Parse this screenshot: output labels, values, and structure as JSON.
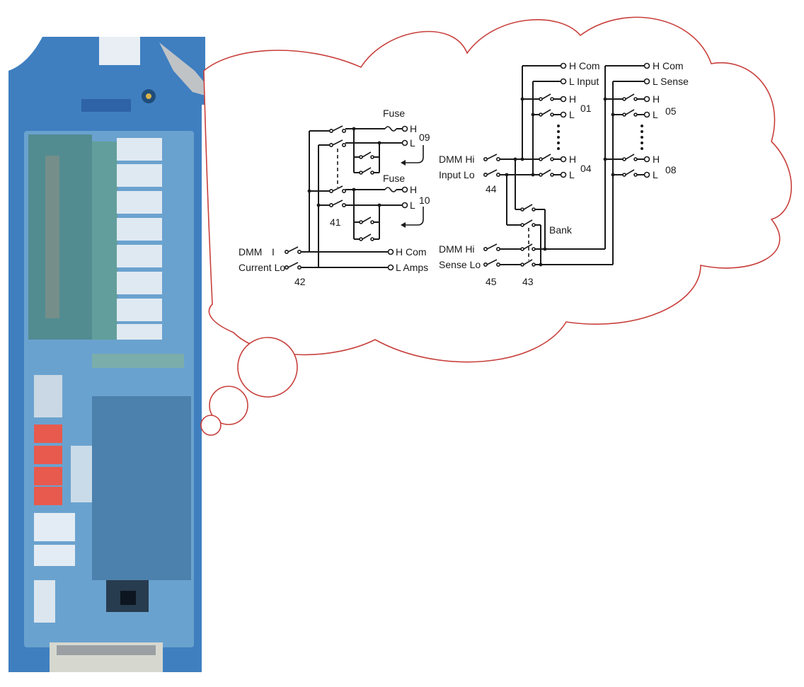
{
  "diagram": {
    "left": {
      "fuse_top": "Fuse",
      "fuse_bottom": "Fuse",
      "h": "H",
      "l": "L",
      "ch09": "09",
      "ch10": "10",
      "sw41": "41",
      "dmm": "DMM",
      "i": "I",
      "current_lo": "Current Lo",
      "h_com": "H Com",
      "l_amps": "L Amps",
      "sw42": "42"
    },
    "right": {
      "h_com_1": "H Com",
      "l_input": "L Input",
      "h": "H",
      "l": "L",
      "ch01": "01",
      "ch04": "04",
      "dmm_hi_1": "DMM Hi",
      "input_lo": "Input Lo",
      "sw44": "44",
      "bank": "Bank",
      "dmm_hi_2": "DMM Hi",
      "sense_lo": "Sense Lo",
      "sw45": "45",
      "sw43": "43",
      "h_com_2": "H Com",
      "l_sense": "L Sense",
      "ch05": "05",
      "ch08": "08"
    }
  },
  "colors": {
    "cloud_outline": "#c8403c",
    "module_body": "#4a86c2",
    "ink": "#1a1a1a"
  }
}
